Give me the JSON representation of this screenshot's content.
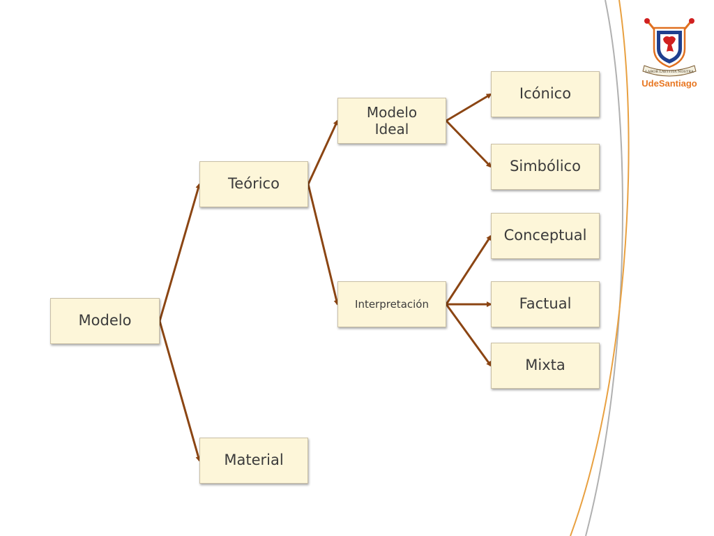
{
  "nodes": {
    "modelo": "Modelo",
    "teorico": "Teórico",
    "material": "Material",
    "modelo_ideal_line1": "Modelo",
    "modelo_ideal_line2": "Ideal",
    "interpretacion": "Interpretación",
    "iconico": "Icónico",
    "simbolico": "Simbólico",
    "conceptual": "Conceptual",
    "factual": "Factual",
    "mixta": "Mixta"
  },
  "logo": {
    "name_part1": "Ude",
    "name_part2": "Santiago",
    "motto": "LABOR LAETITIA NOSTRA"
  },
  "colors": {
    "box_fill": "#fdf6d9",
    "box_border": "#c9bfa5",
    "connector": "#8b4513",
    "decor_line_gray": "#b0b0b0",
    "decor_line_orange": "#e8a040"
  }
}
